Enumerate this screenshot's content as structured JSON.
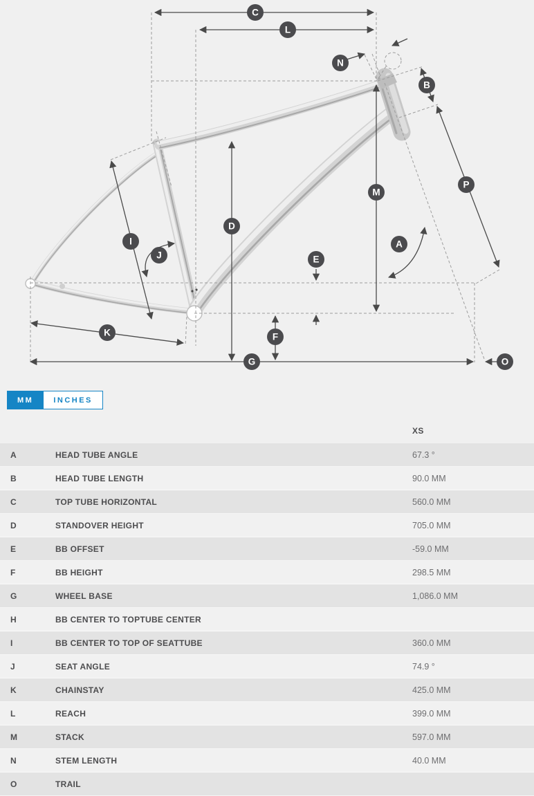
{
  "units": {
    "mm_label": "MM",
    "inches_label": "INCHES",
    "selected": "MM"
  },
  "colors": {
    "accent": "#1585c5",
    "label_circle": "#4b4b4e",
    "dimension_line": "#4a4a4a"
  },
  "diagram": {
    "labels": {
      "a": "A",
      "b": "B",
      "c": "C",
      "d": "D",
      "e": "E",
      "f": "F",
      "g": "G",
      "i": "I",
      "j": "J",
      "k": "K",
      "l": "L",
      "m": "M",
      "n": "N",
      "o": "O",
      "p": "P"
    }
  },
  "table": {
    "size_header": "XS",
    "rows": [
      {
        "letter": "A",
        "name": "HEAD TUBE ANGLE",
        "xs": "67.3 °"
      },
      {
        "letter": "B",
        "name": "HEAD TUBE LENGTH",
        "xs": "90.0 MM"
      },
      {
        "letter": "C",
        "name": "TOP TUBE HORIZONTAL",
        "xs": "560.0 MM"
      },
      {
        "letter": "D",
        "name": "STANDOVER HEIGHT",
        "xs": "705.0 MM"
      },
      {
        "letter": "E",
        "name": "BB OFFSET",
        "xs": "-59.0 MM"
      },
      {
        "letter": "F",
        "name": "BB HEIGHT",
        "xs": "298.5 MM"
      },
      {
        "letter": "G",
        "name": "WHEEL BASE",
        "xs": "1,086.0 MM"
      },
      {
        "letter": "H",
        "name": "BB CENTER TO TOPTUBE CENTER",
        "xs": ""
      },
      {
        "letter": "I",
        "name": "BB CENTER TO TOP OF SEATTUBE",
        "xs": "360.0 MM"
      },
      {
        "letter": "J",
        "name": "SEAT ANGLE",
        "xs": "74.9 °"
      },
      {
        "letter": "K",
        "name": "CHAINSTAY",
        "xs": "425.0 MM"
      },
      {
        "letter": "L",
        "name": "REACH",
        "xs": "399.0 MM"
      },
      {
        "letter": "M",
        "name": "STACK",
        "xs": "597.0 MM"
      },
      {
        "letter": "N",
        "name": "STEM LENGTH",
        "xs": "40.0 MM"
      },
      {
        "letter": "O",
        "name": "TRAIL",
        "xs": ""
      }
    ]
  }
}
